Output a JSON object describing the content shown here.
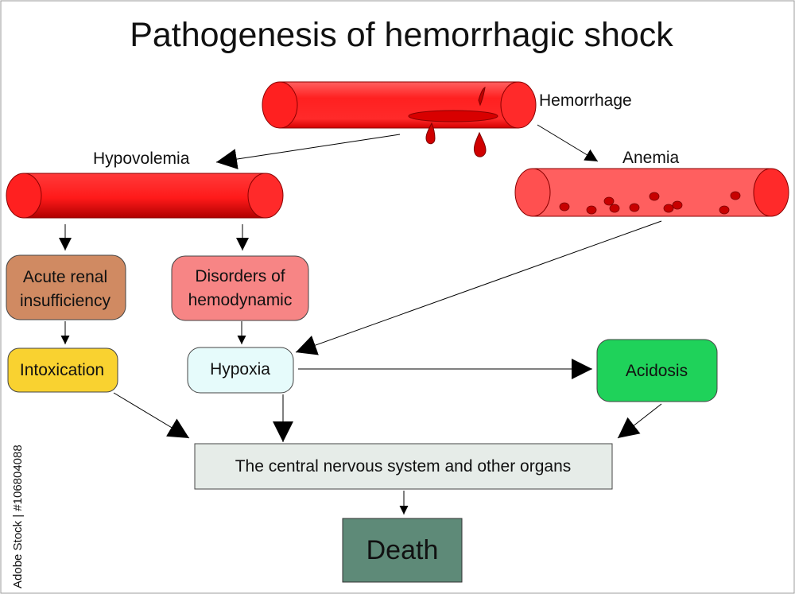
{
  "title": "Pathogenesis of hemorrhagic shock",
  "labels": {
    "hemorrhage": "Hemorrhage",
    "hypovolemia": "Hypovolemia",
    "anemia": "Anemia"
  },
  "boxes": {
    "renal_line1": "Acute renal",
    "renal_line2": "insufficiency",
    "disorders_line1": "Disorders of",
    "disorders_line2": "hemodynamic",
    "intoxication": "Intoxication",
    "hypoxia": "Hypoxia",
    "acidosis": "Acidosis",
    "cns": "The central nervous system and other organs",
    "death": "Death"
  },
  "watermark": "Adobe Stock | #106804088",
  "colors": {
    "vessel_red": "#ff2b2b",
    "vessel_dark": "#c20000",
    "vessel_anemia": "#ff6a6a",
    "renal": "#d08a62",
    "disorders": "#f78585",
    "intoxication": "#f9d230",
    "hypoxia": "#e6fbfb",
    "acidosis": "#1fd25a",
    "cns": "#e6ece8",
    "death": "#5e8a78"
  }
}
